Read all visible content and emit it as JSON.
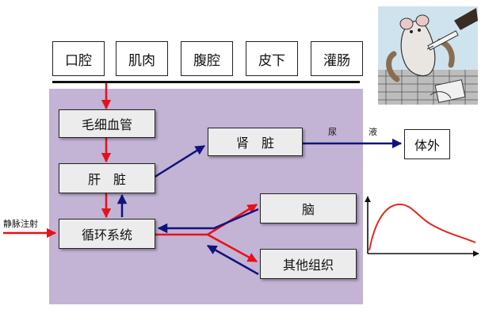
{
  "routes": [
    "口腔",
    "肌肉",
    "腹腔",
    "皮下",
    "灌肠"
  ],
  "nodes": {
    "capillary": "毛细血管",
    "liver": "肝　脏",
    "kidney": "肾　脏",
    "circulation": "循环系统",
    "brain": "脑",
    "other_tissue": "其他组织",
    "outside": "体外"
  },
  "labels": {
    "iv_injection": "静脉注射",
    "urine_part1": "尿",
    "urine_part2": "液"
  },
  "colors": {
    "red_arrow": "#e8101a",
    "blue_arrow": "#10147a",
    "panel": "#c3b4d5",
    "curve": "#e8281e"
  },
  "icons": {
    "illustration": "mouse-injection-illustration",
    "curve": "concentration-time-curve-icon"
  }
}
